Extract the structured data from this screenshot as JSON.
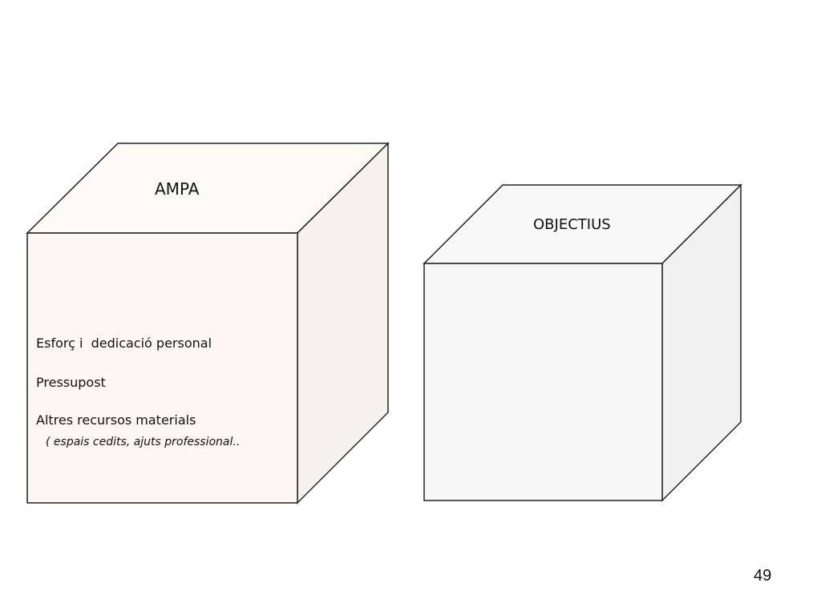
{
  "cubes": [
    {
      "label": "AMPA",
      "items": [
        "Esforç i  dedicació personal",
        "Pressupost",
        "Altres recursos materials"
      ],
      "note": "( espais cedits, ajuts professional..",
      "colors": {
        "front": "#fcf7f2",
        "top": "#fdf9f4",
        "side": "#f5f1ec"
      }
    },
    {
      "label": "OBJECTIUS",
      "items": [],
      "note": "",
      "colors": {
        "front": "#f7f7f7",
        "top": "#f8f8f8",
        "side": "#f1f1f1"
      }
    }
  ],
  "page_number": "49"
}
